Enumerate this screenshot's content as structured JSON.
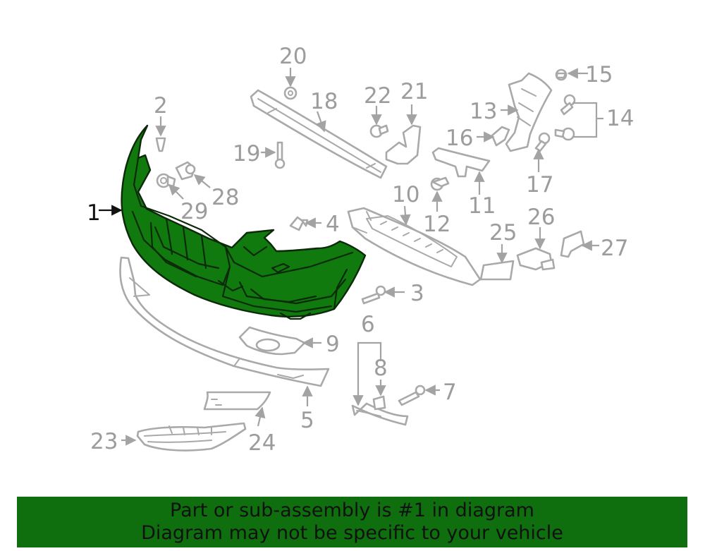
{
  "diagram": {
    "highlight_color": "#117a0e",
    "callouts": [
      {
        "id": "1",
        "label": "1",
        "highlighted": true
      },
      {
        "id": "2",
        "label": "2"
      },
      {
        "id": "3",
        "label": "3"
      },
      {
        "id": "4",
        "label": "4"
      },
      {
        "id": "5",
        "label": "5"
      },
      {
        "id": "6",
        "label": "6"
      },
      {
        "id": "7",
        "label": "7"
      },
      {
        "id": "8",
        "label": "8"
      },
      {
        "id": "9",
        "label": "9"
      },
      {
        "id": "10",
        "label": "10"
      },
      {
        "id": "11",
        "label": "11"
      },
      {
        "id": "12",
        "label": "12"
      },
      {
        "id": "13",
        "label": "13"
      },
      {
        "id": "14",
        "label": "14"
      },
      {
        "id": "15",
        "label": "15"
      },
      {
        "id": "16",
        "label": "16"
      },
      {
        "id": "17",
        "label": "17"
      },
      {
        "id": "18",
        "label": "18"
      },
      {
        "id": "19",
        "label": "19"
      },
      {
        "id": "20",
        "label": "20"
      },
      {
        "id": "21",
        "label": "21"
      },
      {
        "id": "22",
        "label": "22"
      },
      {
        "id": "23",
        "label": "23"
      },
      {
        "id": "24",
        "label": "24"
      },
      {
        "id": "25",
        "label": "25"
      },
      {
        "id": "26",
        "label": "26"
      },
      {
        "id": "27",
        "label": "27"
      },
      {
        "id": "28",
        "label": "28"
      },
      {
        "id": "29",
        "label": "29"
      }
    ]
  },
  "banner": {
    "background": "#0f6f0f",
    "line1": "Part or sub-assembly is #1 in diagram",
    "line2": "Diagram may not be specific to your vehicle"
  }
}
